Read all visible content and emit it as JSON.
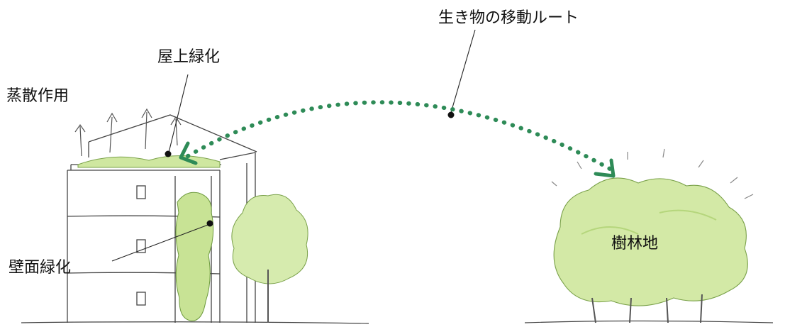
{
  "labels": {
    "route": "生き物の移動ルート",
    "roof_greening": "屋上緑化",
    "evapotranspiration": "蒸散作用",
    "wall_greening": "壁面緑化",
    "woodland": "樹林地"
  },
  "colors": {
    "route_dots": "#2e8b57",
    "foliage": "#cfe7a0",
    "foliage_shade": "#b5d67c",
    "line": "#333333"
  }
}
